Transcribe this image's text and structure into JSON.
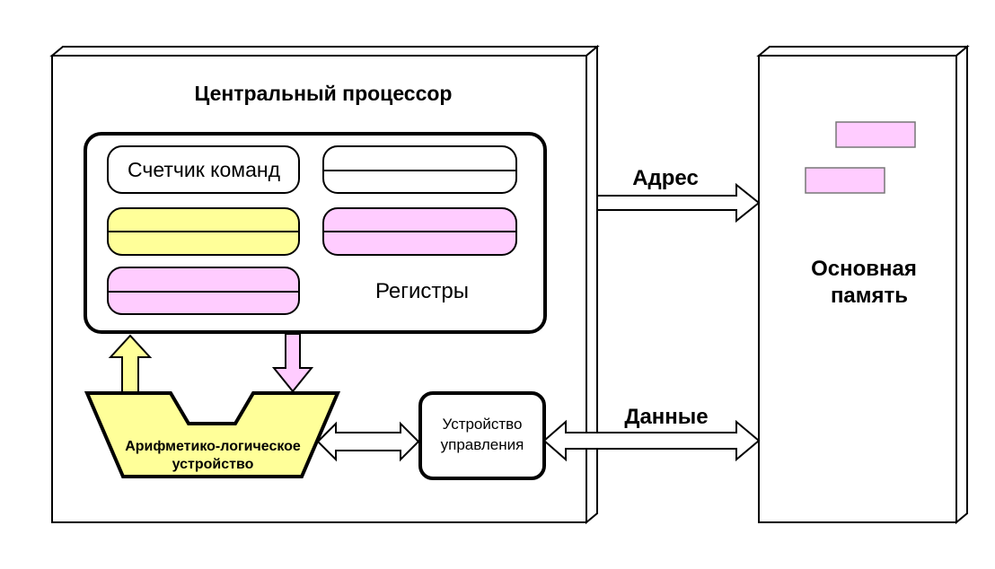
{
  "cpu": {
    "title": "Центральный процессор",
    "program_counter_label": "Счетчик команд",
    "registers_label": "Регистры",
    "alu_label_line1": "Арифметико-логическое",
    "alu_label_line2": "устройство",
    "control_unit_line1": "Устройство",
    "control_unit_line2": "управления"
  },
  "memory": {
    "label_line1": "Основная",
    "label_line2": "память"
  },
  "buses": {
    "address_label": "Адрес",
    "data_label": "Данные"
  },
  "colors": {
    "yellow": "#ffff99",
    "pink": "#ffccff",
    "outline": "#000000",
    "white": "#ffffff"
  }
}
